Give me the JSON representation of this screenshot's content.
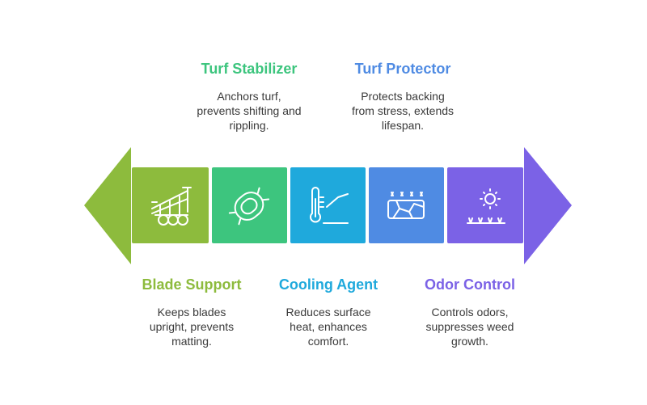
{
  "colors": {
    "green": "#8DBB3D",
    "mint": "#3DC57E",
    "cyan": "#1FA9DC",
    "blue": "#4F8BE3",
    "purple": "#7B62E6",
    "text": "#3a3a3a"
  },
  "segments": [
    {
      "title": "Blade Support",
      "desc_lines": [
        "Keeps blades",
        "upright, prevents",
        "matting."
      ],
      "icon": "plow-icon",
      "color": "#8DBB3D",
      "position": "bottom"
    },
    {
      "title": "Turf Stabilizer",
      "desc_lines": [
        "Anchors turf,",
        "prevents shifting and",
        "rippling."
      ],
      "icon": "pad-icon",
      "color": "#3DC57E",
      "position": "top"
    },
    {
      "title": "Cooling Agent",
      "desc_lines": [
        "Reduces surface",
        "heat, enhances",
        "comfort."
      ],
      "icon": "thermometer-icon",
      "color": "#1FA9DC",
      "position": "bottom"
    },
    {
      "title": "Turf Protector",
      "desc_lines": [
        "Protects backing",
        "from stress, extends",
        "lifespan."
      ],
      "icon": "cracked-ground-icon",
      "color": "#4F8BE3",
      "position": "top"
    },
    {
      "title": "Odor Control",
      "desc_lines": [
        "Controls odors,",
        "suppresses weed",
        "growth."
      ],
      "icon": "sun-grass-icon",
      "color": "#7B62E6",
      "position": "bottom"
    }
  ]
}
